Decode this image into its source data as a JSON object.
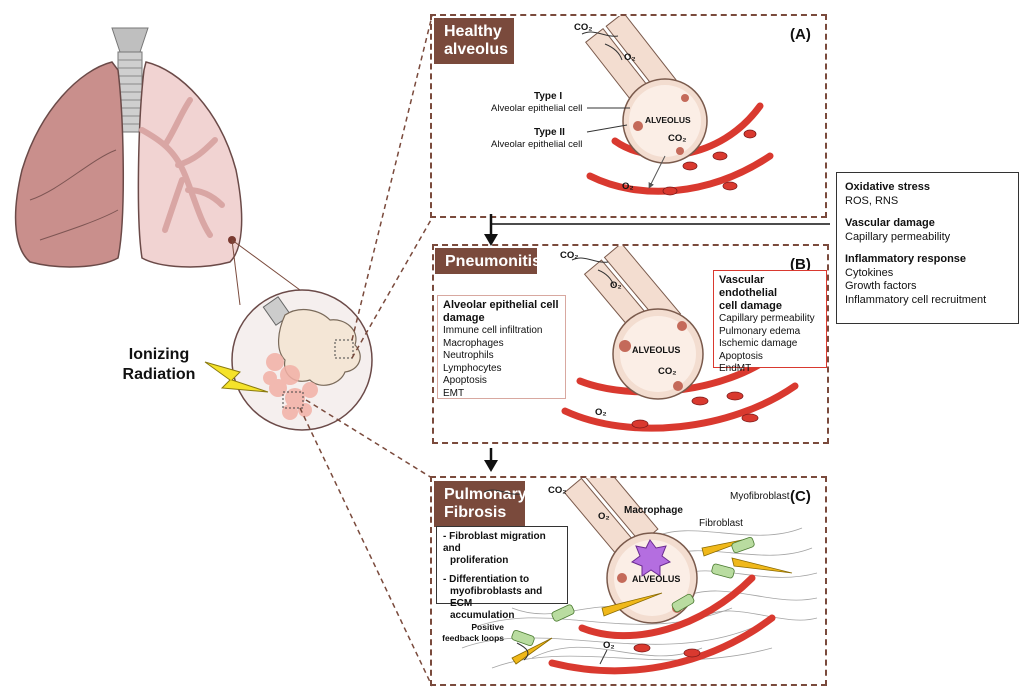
{
  "panels": {
    "a": {
      "tag_lines": [
        "Healthy",
        "alveolus"
      ],
      "label": "(A)",
      "co2_top": "CO₂",
      "o2_top": "O₂",
      "alveolus": "ALVEOLUS",
      "co2_inner": "CO₂",
      "o2_bottom": "O₂",
      "type1_title": "Type I",
      "type1_desc": "Alveolar epithelial cell",
      "type2_title": "Type II",
      "type2_desc": "Alveolar epithelial cell"
    },
    "b": {
      "tag": "Pneumonitis",
      "label": "(B)",
      "co2_top": "CO₂",
      "o2_top": "O₂",
      "alveolus": "ALVEOLUS",
      "co2_inner": "CO₂",
      "o2_bottom": "O₂",
      "epithelial_box": {
        "title_lines": [
          "Alveolar epithelial cell",
          "damage"
        ],
        "items": [
          "Immune  cell infiltration",
          "Macrophages",
          "Neutrophils",
          "Lymphocytes",
          "Apoptosis",
          "EMT"
        ]
      },
      "vascular_box": {
        "title_lines": [
          "Vascular endothelial",
          "cell damage"
        ],
        "items": [
          "Capillary permeability",
          "Pulmonary edema",
          "Ischemic damage",
          "Apoptosis",
          "EndMT"
        ]
      }
    },
    "c": {
      "tag_lines": [
        "Pulmonary",
        "Fibrosis"
      ],
      "label": "(C)",
      "co2_top": "CO₂",
      "o2_top": "O₂",
      "alveolus": "ALVEOLUS",
      "o2_bottom": "O₂",
      "macrophage": "Macrophage",
      "myofibroblast": "Myofibroblast",
      "fibroblast": "Fibroblast",
      "feedback_lines": [
        "Positive",
        "feedback loops"
      ],
      "box_items": [
        [
          "- Fibroblast migration and",
          "proliferation"
        ],
        [
          "- Differentiation to",
          "myofibroblasts and ECM",
          "accumulation"
        ]
      ]
    }
  },
  "side_box": {
    "groups": [
      {
        "title": "Oxidative stress",
        "items": [
          "ROS, RNS"
        ]
      },
      {
        "title": "Vascular damage",
        "items": [
          "Capillary permeability"
        ]
      },
      {
        "title": "Inflammatory response",
        "items": [
          "Cytokines",
          "Growth factors",
          "Inflammatory cell recruitment"
        ]
      }
    ]
  },
  "radiation_label_lines": [
    "Ionizing",
    "Radiation"
  ],
  "colors": {
    "panel_border": "#7a4a3c",
    "tag_bg": "#7a4a3c",
    "vessel": "#d9392f",
    "alveolus_fill": "#f3ddd0",
    "lung_left": "#c98f8c",
    "lung_right": "#f1d3d2",
    "radiation": "#f5e32a"
  }
}
